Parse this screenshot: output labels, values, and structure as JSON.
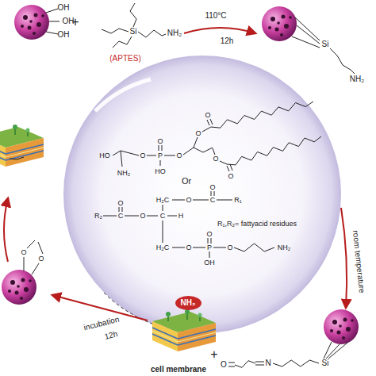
{
  "diagram": {
    "nodes": [
      {
        "text": [
          "NH₂"
        ]
      }
    ],
    "labels": [
      "+",
      "OH",
      "OH",
      "OH",
      "Si",
      "NH₂",
      "(APTES)",
      "110°C",
      "12h",
      "Si",
      "NH₂",
      "HO",
      "NH₂",
      "O",
      "P",
      "O",
      "HO",
      "O",
      "O",
      "O",
      "O",
      "O",
      "Or",
      "H₂C",
      "O",
      "C",
      "O",
      "R₁",
      "R₂",
      "C",
      "O",
      "O",
      "C",
      "H",
      "R₁,R₂= fattyacid residues",
      "H₂C",
      "O",
      "P",
      "O",
      "OH",
      "O",
      "NH₂",
      "room temperature",
      "incubation",
      "12h",
      "cell membrane",
      "+",
      "O",
      "N",
      "Si",
      "O",
      "O"
    ]
  }
}
